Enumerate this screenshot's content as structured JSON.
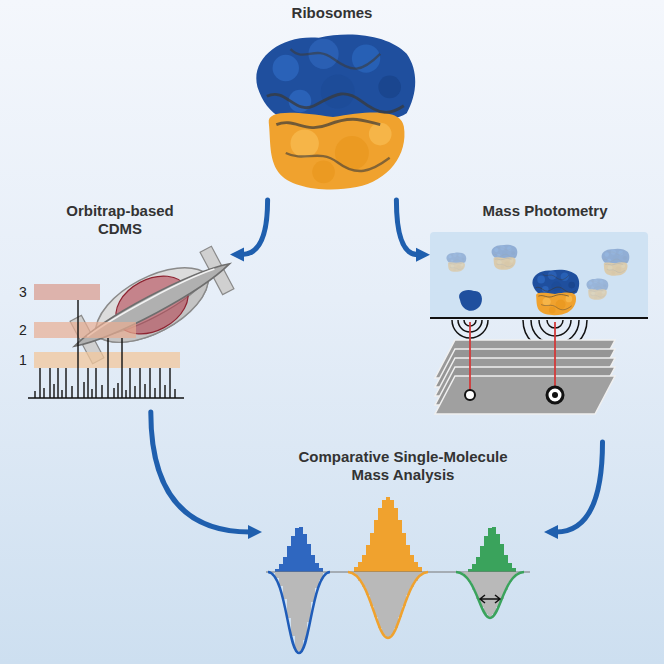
{
  "diagram": {
    "nodes": [
      {
        "text": [
          "Ribosomes"
        ]
      },
      {
        "text": [
          "Orbitrap-based CDMS"
        ]
      },
      {
        "text": [
          "Mass Photometry"
        ]
      },
      {
        "text": [
          "Comparative Single-Molecule Mass Analysis"
        ]
      }
    ],
    "edges": [
      {
        "from": 0,
        "to": 1,
        "arrow": "to"
      },
      {
        "from": 0,
        "to": 2,
        "arrow": "to"
      },
      {
        "from": 1,
        "to": 3,
        "arrow": "to"
      },
      {
        "from": 2,
        "to": 3,
        "arrow": "to"
      }
    ],
    "labels": [
      "3",
      "2",
      "1"
    ]
  }
}
